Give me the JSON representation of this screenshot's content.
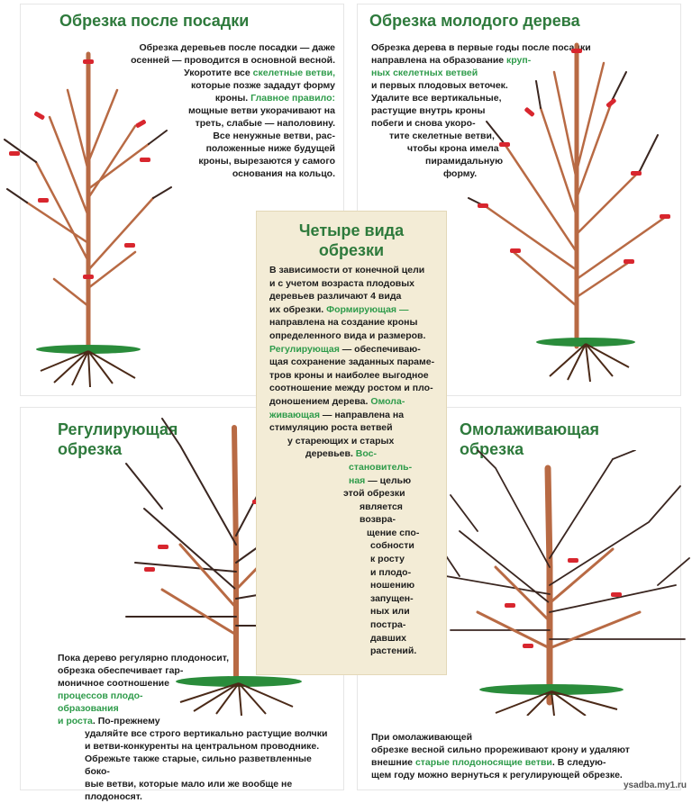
{
  "panels": {
    "p1": {
      "title": "Обрезка после посадки",
      "lines": [
        {
          "t": "Обрезка деревьев после посадки — даже"
        },
        {
          "t": "осенней — проводится в основной весной."
        },
        {
          "t": "Укоротите все ",
          "h": "скелетные ветви,"
        },
        {
          "t": "которые позже зададут форму"
        },
        {
          "t": "кроны. ",
          "h": "Главное правило:"
        },
        {
          "t": "мощные ветви укорачивают на"
        },
        {
          "t": "треть, слабые — наполовину."
        },
        {
          "t": "Все ненужные ветви, рас-"
        },
        {
          "t": "положенные ниже будущей"
        },
        {
          "t": "кроны, вырезаются у самого"
        },
        {
          "t": "основания на кольцо."
        }
      ]
    },
    "p2": {
      "title": "Обрезка молодого дерева",
      "lines": [
        {
          "t": "Обрезка дерева в первые годы после посадки"
        },
        {
          "t": "направлена на образование ",
          "h": "круп-"
        },
        {
          "h": "ных скелетных ветвей"
        },
        {
          "t": "и первых плодовых веточек."
        },
        {
          "t": "Удалите все вертикальные,"
        },
        {
          "t": "растущие внутрь кроны"
        },
        {
          "t": "побеги и снова укоро-"
        },
        {
          "t": "тите скелетные ветви,"
        },
        {
          "t": "чтобы крона имела"
        },
        {
          "t": "пирамидальную"
        },
        {
          "t": "форму."
        }
      ]
    },
    "p3": {
      "title_l1": "Регулирующая",
      "title_l2": "обрезка",
      "lines": [
        {
          "t": "Пока дерево регулярно плодоносит,"
        },
        {
          "t": "обрезка обеспечивает гар-"
        },
        {
          "t": "моничное соотношение"
        },
        {
          "h": "процессов плодо-"
        },
        {
          "h": "образования"
        },
        {
          "h": "и роста",
          "t2": ". По-прежнему"
        },
        {
          "t": "удаляйте все строго вертикально растущие волчки"
        },
        {
          "t": "и ветви-конкуренты на центральном проводнике."
        },
        {
          "t": "Обрежьте также старые, сильно разветвленные боко-"
        },
        {
          "t": "вые ветви, которые мало или же вообще не плодоносят."
        }
      ]
    },
    "p4": {
      "title_l1": "Омолаживающая",
      "title_l2": "обрезка",
      "lines": [
        {
          "t": "При омолаживающей"
        },
        {
          "t": "обрезке весной сильно прореживают крону и удаляют"
        },
        {
          "t": "внешние ",
          "h": "старые плодоносящие ветви",
          "t2": ". В следую-"
        },
        {
          "t": "щем году можно вернуться к регулирующей обрезке."
        }
      ]
    }
  },
  "center": {
    "title_l1": "Четыре вида",
    "title_l2": "обрезки",
    "lines": [
      {
        "t": "В зависимости от конечной цели"
      },
      {
        "t": "и с учетом возраста плодовых"
      },
      {
        "t": "деревьев различают 4 вида"
      },
      {
        "t": "их обрезки. ",
        "h": "Формирующая —"
      },
      {
        "t": "направлена на создание кроны"
      },
      {
        "t": "определенного вида и размеров."
      },
      {
        "h": "Регулирующая",
        "t2": " — обеспечиваю-"
      },
      {
        "t": "щая сохранение заданных параме-"
      },
      {
        "t": "тров кроны и наиболее выгодное"
      },
      {
        "t": "соотношение между ростом и пло-"
      },
      {
        "t": "доношением дерева. ",
        "h": "Омола-"
      },
      {
        "h": "живающая",
        "t2": " — направлена на"
      },
      {
        "t": "стимуляцию роста ветвей"
      },
      {
        "t": "у стареющих и старых"
      },
      {
        "t": "деревьев. ",
        "h": "Вос-"
      },
      {
        "h": "становитель-"
      },
      {
        "h": "ная",
        "t2": " — целью"
      },
      {
        "t": "этой обрезки"
      },
      {
        "t": "является"
      },
      {
        "t": "возвра-"
      },
      {
        "t": "щение спо-"
      },
      {
        "t": "собности"
      },
      {
        "t": "к росту"
      },
      {
        "t": "и плодо-"
      },
      {
        "t": "ношению"
      },
      {
        "t": "запущен-"
      },
      {
        "t": "ных или"
      },
      {
        "t": "постра-"
      },
      {
        "t": "давших"
      },
      {
        "t": "растений."
      }
    ]
  },
  "watermark": "ysadba.my1.ru",
  "colors": {
    "title": "#2e7a3c",
    "highlight": "#2e9b4a",
    "cut": "#d8262e",
    "bark": "#b86a44",
    "box": "#f3ecd6"
  }
}
